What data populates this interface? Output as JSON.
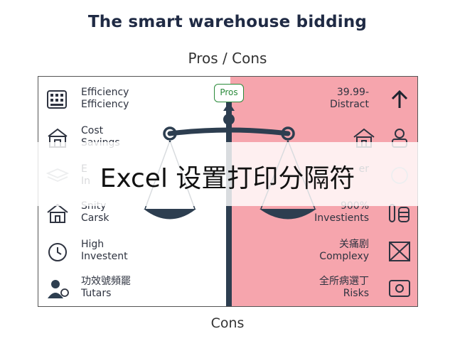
{
  "header": {
    "title": "The smart warehouse bidding",
    "subtitle": "Pros / Cons",
    "footer_label": "Cons"
  },
  "scale": {
    "badge": "Pros"
  },
  "pros": [
    {
      "line1": "Efficiency",
      "line2": "Efficiency",
      "icon": "calculator-icon"
    },
    {
      "line1": "Cost",
      "line2": "Savings",
      "icon": "storefront-icon"
    },
    {
      "line1": "E",
      "line2": "In",
      "icon": "stack-icon"
    },
    {
      "line1": "Snity",
      "line2": "Carsk",
      "icon": "house-icon"
    },
    {
      "line1": "High",
      "line2": "Investent",
      "icon": "clock-icon"
    },
    {
      "line1": "功效號頻罷",
      "line2": "Tutars",
      "icon": "worker-icon"
    }
  ],
  "cons": [
    {
      "line1": "39.99-",
      "line2": "Distract",
      "icon": "arrow-up-icon"
    },
    {
      "line1": "",
      "line2": "",
      "icon": "house-icon"
    },
    {
      "line1": "",
      "line2": "er",
      "icon": "chat-icon"
    },
    {
      "line1": "900%",
      "line2": "Investients",
      "icon": "coins-icon"
    },
    {
      "line1": "关痛剧",
      "line2": "Complexy",
      "icon": "cross-box-icon"
    },
    {
      "line1": "全所病選丁",
      "line2": "Risks",
      "icon": "gear-box-icon"
    }
  ],
  "overlay": {
    "text": "Excel 设置打印分隔符"
  },
  "colors": {
    "cons_panel": "#f6a5ad",
    "scale": "#2d3e50",
    "badge_green": "#2a8a3a"
  }
}
